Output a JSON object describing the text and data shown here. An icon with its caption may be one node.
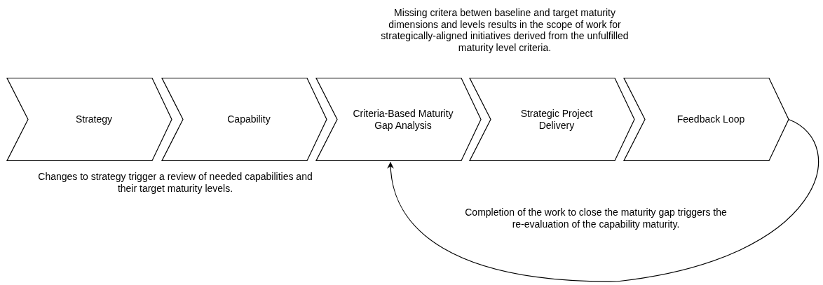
{
  "diagram": {
    "nodes": [
      {
        "text": [
          "Strategy"
        ]
      },
      {
        "text": [
          "Capability"
        ]
      },
      {
        "text": [
          "Criteria-Based Maturity Gap Analysis"
        ]
      },
      {
        "text": [
          "Strategic Project Delivery"
        ]
      },
      {
        "text": [
          "Feedback Loop"
        ]
      }
    ],
    "edges": [
      {
        "from": 4,
        "to": 2,
        "arrow": "to"
      }
    ],
    "labels": [
      "Missing critera betwen baseline and target maturity dimensions and levels results in the scope of work for strategically-aligned initiatives derived from the unfulfilled maturity level criteria.",
      "Changes to strategy trigger a review of needed capabilities and their target maturity levels.",
      "Completion of the work to close the maturity gap triggers the re-evaluation of the capability maturity."
    ]
  }
}
